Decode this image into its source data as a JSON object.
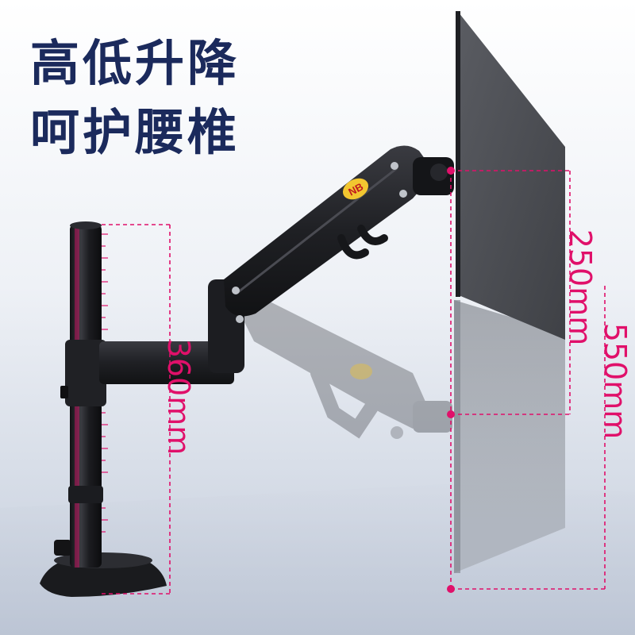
{
  "headline": {
    "line1": "高低升降",
    "line2": "呵护腰椎"
  },
  "dimensions": {
    "pole_height": "360mm",
    "arm_travel": "250mm",
    "total_range": "550mm"
  },
  "logo": {
    "text": "NB"
  },
  "colors": {
    "headline": "#1b2a5c",
    "measure": "#e0106a",
    "background_top": "#ffffff",
    "background_bottom": "#c9d1df",
    "arm_metal": "#222327"
  }
}
